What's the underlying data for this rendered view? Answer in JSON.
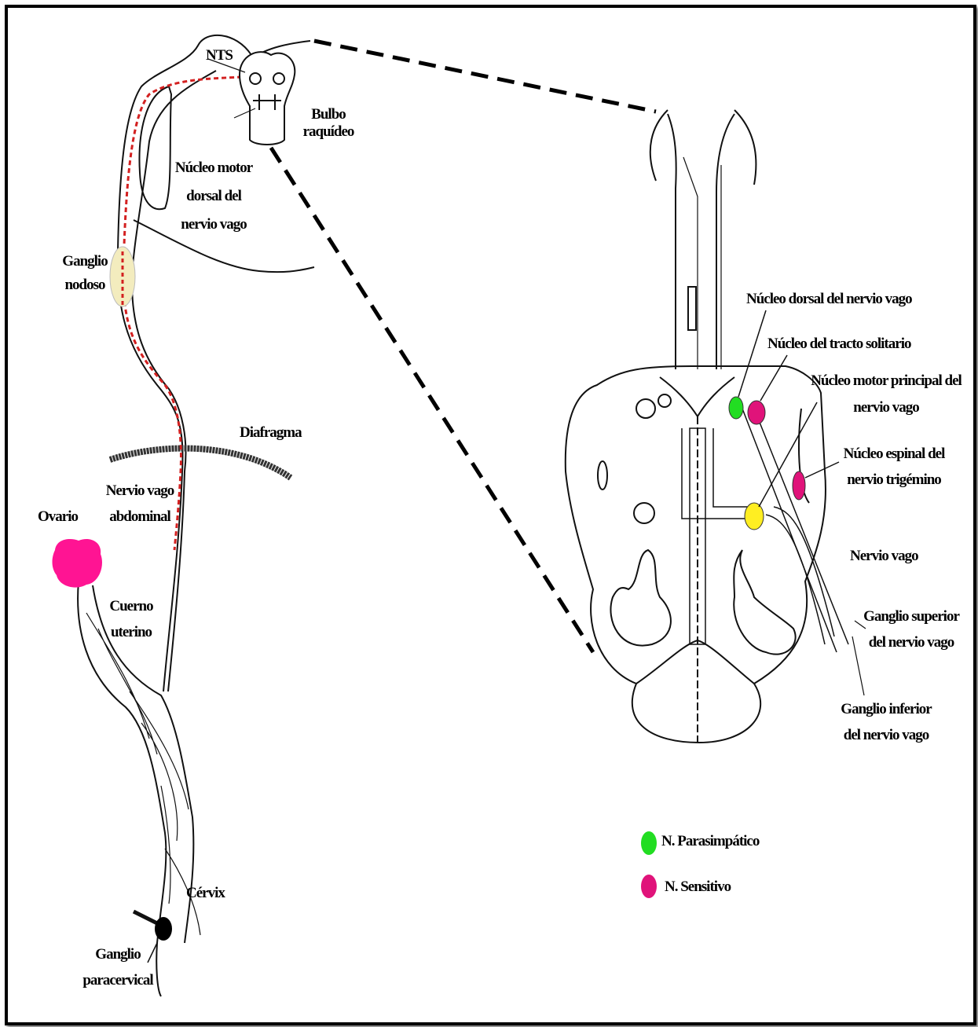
{
  "labels": {
    "nts": "NTS",
    "bulbo_1": "Bulbo",
    "bulbo_2": "raquídeo",
    "nucleo_motor_1": "Núcleo motor",
    "nucleo_motor_2": "dorsal del",
    "nucleo_motor_3": "nervio vago",
    "ganglio_nodoso_1": "Ganglio",
    "ganglio_nodoso_2": "nodoso",
    "diafragma": "Diafragma",
    "nervio_abdominal_1": "Nervio vago",
    "nervio_abdominal_2": "abdominal",
    "ovario": "Ovario",
    "cuerno_1": "Cuerno",
    "cuerno_2": "uterino",
    "cervix": "Cérvix",
    "paracervical_1": "Ganglio",
    "paracervical_2": "paracervical",
    "dorsal_vago": "Núcleo dorsal del nervio vago",
    "tracto_solitario": "Núcleo del tracto solitario",
    "motor_principal_1": "Núcleo motor principal del",
    "motor_principal_2": "nervio vago",
    "espinal_trigemino_1": "Núcleo espinal del",
    "espinal_trigemino_2": "nervio trigémino",
    "nervio_vago": "Nervio vago",
    "ganglio_superior_1": "Ganglio superior",
    "ganglio_superior_2": "del nervio vago",
    "ganglio_inferior_1": "Ganglio inferior",
    "ganglio_inferior_2": "del nervio vago"
  },
  "legend": {
    "parasimpatico": "N. Parasimpático",
    "sensitivo": "N. Sensitivo"
  },
  "colors": {
    "parasympathetic": "#22dd22",
    "sensory": "#e0137a",
    "yellow_nucleus": "#ffee22",
    "ovary": "#ff1493",
    "ganglion_nodose": "#f3ecbe",
    "afferent_path": "#d32020"
  }
}
